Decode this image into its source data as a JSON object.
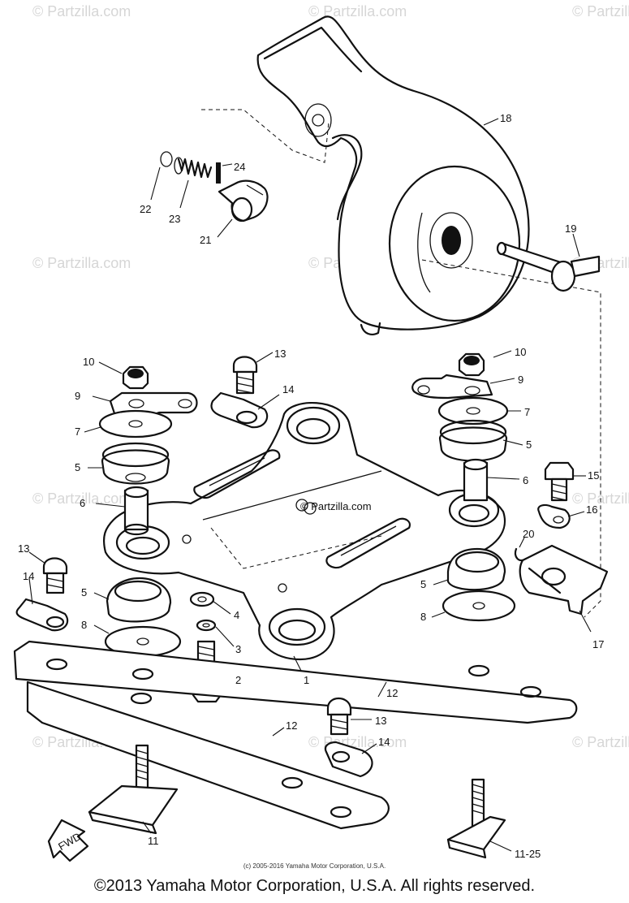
{
  "watermark": {
    "text": "© Partzilla.com",
    "center_text": "© Partzilla.com"
  },
  "callouts": {
    "c1": "1",
    "c2": "2",
    "c3": "3",
    "c4": "4",
    "c5a": "5",
    "c5b": "5",
    "c5c": "5",
    "c5d": "5",
    "c6a": "6",
    "c6b": "6",
    "c7a": "7",
    "c7b": "7",
    "c8a": "8",
    "c8b": "8",
    "c9a": "9",
    "c9b": "9",
    "c10a": "10",
    "c10b": "10",
    "c11": "11",
    "c11_25": "11-25",
    "c12a": "12",
    "c12b": "12",
    "c13a": "13",
    "c13b": "13",
    "c13c": "13",
    "c14a": "14",
    "c14b": "14",
    "c14c": "14",
    "c15": "15",
    "c16": "16",
    "c17": "17",
    "c18": "18",
    "c19": "19",
    "c20": "20",
    "c21": "21",
    "c22": "22",
    "c23": "23",
    "c24": "24"
  },
  "fwd_label": "FWD",
  "footer": {
    "small_copyright": "(c) 2005-2016 Yamaha Motor Corporation, U.S.A.",
    "copyright": "©2013 Yamaha Motor Corporation, U.S.A. All rights reserved."
  }
}
